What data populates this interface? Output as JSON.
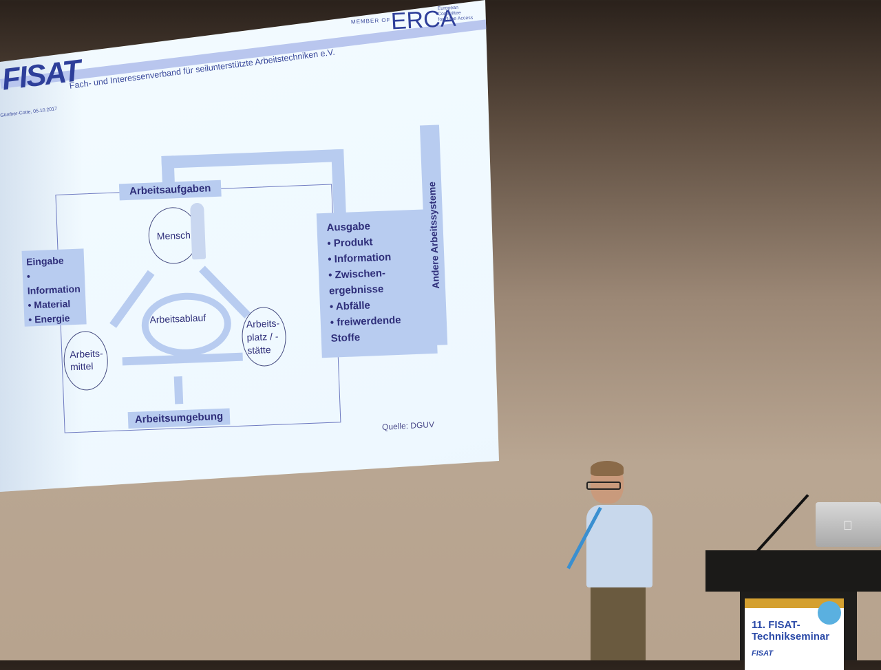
{
  "slide": {
    "logo": "FISAT",
    "tagline": "Fach- und Interessenverband für seilunterstützte Arbeitstechniken e.V.",
    "author_date": "Günther-Cotte, 05.10.2017",
    "member_of": "MEMBER OF",
    "erca_logo": "ERCA",
    "erca_subtitle": [
      "European",
      "Committee",
      "for Rope Access"
    ],
    "source": "Quelle: DGUV",
    "diagram": {
      "top_box": "Arbeitsaufgaben",
      "bottom_box": "Arbeitsumgebung",
      "input": {
        "title": "Eingabe",
        "items": [
          "Information",
          "Material",
          "Energie"
        ]
      },
      "output": {
        "title": "Ausgabe",
        "items": [
          "Produkt",
          "Information",
          "Zwischen-ergebnisse",
          "Abfälle",
          "freiwerdende Stoffe"
        ]
      },
      "side_bar": "Andere Arbeitssysteme",
      "nodes": {
        "mensch": "Mensch",
        "arbeitsmittel": "Arbeits-mittel",
        "arbeitsplatz": "Arbeits-platz / -stätte",
        "arbeitsablauf": "Arbeitsablauf"
      }
    }
  },
  "podium": {
    "sign_title_line1": "11. FISAT-",
    "sign_title_line2": "Technikseminar",
    "sign_logo": "FISAT"
  },
  "icons": {
    "apple_logo": ""
  },
  "colors": {
    "slide_blue": "#b8ccf0",
    "text_navy": "#2f2f7a",
    "sign_gold": "#d4a030",
    "sign_blue": "#2b4aa8"
  }
}
